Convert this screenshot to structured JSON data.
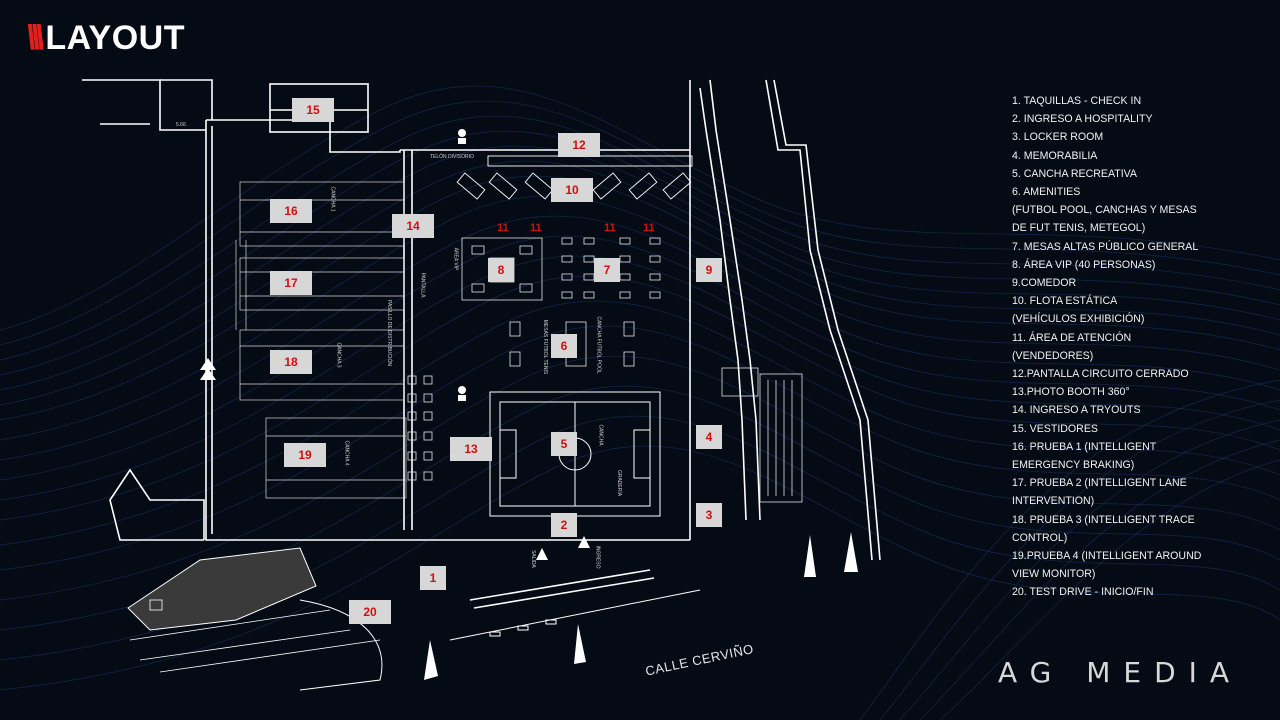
{
  "title": {
    "slashes": "\\\\\\",
    "text": "LAYOUT"
  },
  "legend": [
    "1. TAQUILLAS - CHECK IN",
    "2. INGRESO A HOSPITALITY",
    "3. LOCKER ROOM",
    "4. MEMORABILIA",
    "5. CANCHA RECREATIVA",
    "6. AMENITIES",
    "(FUTBOL POOL, CANCHAS Y MESAS",
    "DE FUT TENIS, METEGOL)",
    "7. MESAS ALTAS PÚBLICO GENERAL",
    "8. ÁREA VIP (40 PERSONAS)",
    "9.COMEDOR",
    "10. FLOTA ESTÁTICA",
    "(VEHÍCULOS EXHIBICIÓN)",
    "11. ÁREA DE ATENCIÓN",
    "(VENDEDORES)",
    "12.PANTALLA CIRCUITO CERRADO",
    "13.PHOTO BOOTH 360°",
    "14. INGRESO A TRYOUTS",
    "15. VESTIDORES",
    "16. PRUEBA 1 (INTELLIGENT",
    "EMERGENCY BRAKING)",
    "17. PRUEBA 2 (INTELLIGENT LANE",
    "INTERVENTION)",
    "18. PRUEBA 3 (INTELLIGENT TRACE",
    "CONTROL)",
    "19.PRUEBA 4 (INTELLIGENT AROUND",
    "VIEW MONITOR)",
    "20. TEST DRIVE - INICIO/FIN"
  ],
  "zone_numbers": {
    "z1": "1",
    "z2": "2",
    "z3": "3",
    "z4": "4",
    "z5": "5",
    "z6": "6",
    "z7": "7",
    "z8": "8",
    "z9": "9",
    "z10": "10",
    "z12": "12",
    "z13": "13",
    "z14": "14",
    "z15": "15",
    "z16": "16",
    "z17": "17",
    "z18": "18",
    "z19": "19",
    "z20": "20",
    "z11": "11"
  },
  "plan_labels": {
    "telon": "TELÓN DIVISORIO",
    "cancha1": "CANCHA 1",
    "cancha3": "CANCHA 3",
    "cancha4": "CANCHA 4",
    "cancha": "CANCHA",
    "pantalla": "PANTALLA",
    "pasillo": "PASILLO DE DISTRIBUCIÓN",
    "mesas_fut": "MESAS FUTBOL TENIS",
    "cancha_pool": "CANCHA FUTBOL POOL",
    "grada": "GRADERÍA",
    "salida": "SALIDA",
    "ingreso": "INGRESO",
    "area_vip": "ÁREA VIP",
    "dim": "5.66"
  },
  "street": "CALLE CERVIÑO",
  "brand": "AG MEDIA",
  "colors": {
    "background": "#050b14",
    "accent": "#e0201e",
    "tag_bg": "#d7d7d7",
    "tag_text": "#d01010",
    "lines": "#ffffff",
    "wave": "#3e6fd6"
  }
}
